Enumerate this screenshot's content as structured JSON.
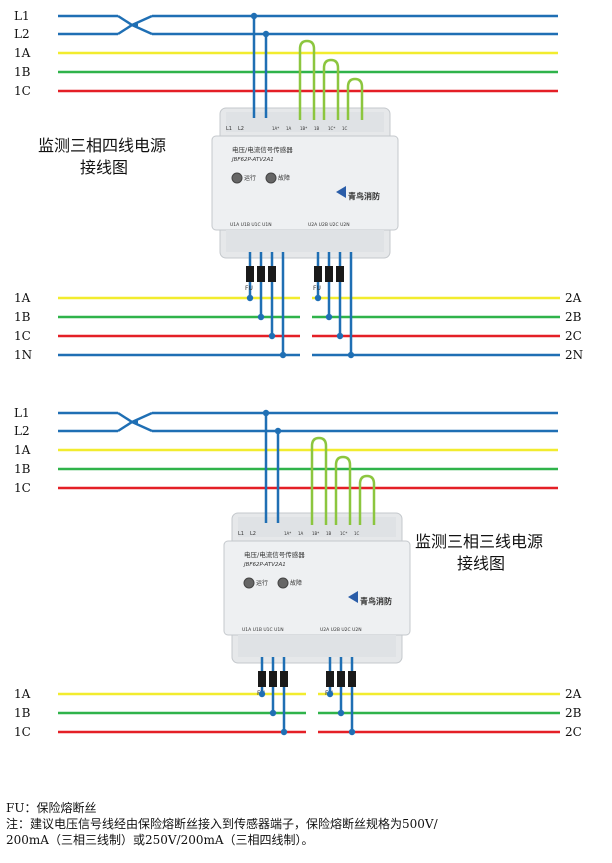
{
  "colors": {
    "blue": "#1f6fb4",
    "yellow": "#f2ec2e",
    "green": "#2fb34a",
    "red": "#e41f26",
    "jumper": "#8cc63f",
    "device_body": "#e6e8ea",
    "device_edge": "#c4c8cc"
  },
  "diagrams": [
    {
      "title_line1": "监测三相四线电源",
      "title_line2": "接线图",
      "top_lines": [
        "L1",
        "L2",
        "1A",
        "1B",
        "1C"
      ],
      "bottom_left": [
        "1A",
        "1B",
        "1C",
        "1N"
      ],
      "bottom_right": [
        "2A",
        "2B",
        "2C",
        "2N"
      ],
      "device": {
        "label_l1": "L1",
        "label_l2": "L2",
        "top_terminals": [
          "1A*",
          "1A",
          "1B*",
          "1B",
          "1C*",
          "1C"
        ],
        "name": "电压/电流信号传感器",
        "model": "JBF62P-ATV2A1",
        "run_label": "运行",
        "fault_label": "故障",
        "brand": "青鸟消防",
        "bottom_group1": "U1A U1B U1C U1N",
        "bottom_group2": "U2A U2B U2C U2N"
      },
      "fuse_label": "FU"
    },
    {
      "title_line1": "监测三相三线电源",
      "title_line2": "接线图",
      "top_lines": [
        "L1",
        "L2",
        "1A",
        "1B",
        "1C"
      ],
      "bottom_left": [
        "1A",
        "1B",
        "1C"
      ],
      "bottom_right": [
        "2A",
        "2B",
        "2C"
      ],
      "device": {
        "label_l1": "L1",
        "label_l2": "L2",
        "top_terminals": [
          "1A*",
          "1A",
          "1B*",
          "1B",
          "1C*",
          "1C"
        ],
        "name": "电压/电流信号传感器",
        "model": "JBF62P-ATV2A1",
        "run_label": "运行",
        "fault_label": "故障",
        "brand": "青鸟消防",
        "bottom_group1": "U1A U1B U1C U1N",
        "bottom_group2": "U2A U2B U2C U2N"
      },
      "fuse_label": "FU"
    }
  ],
  "notes": {
    "line1": "FU：保险熔断丝",
    "line2": "注：建议电压信号线经由保险熔断丝接入到传感器端子，保险熔断丝规格为500V/",
    "line3": "200mA（三相三线制）或250V/200mA（三相四线制）。"
  }
}
